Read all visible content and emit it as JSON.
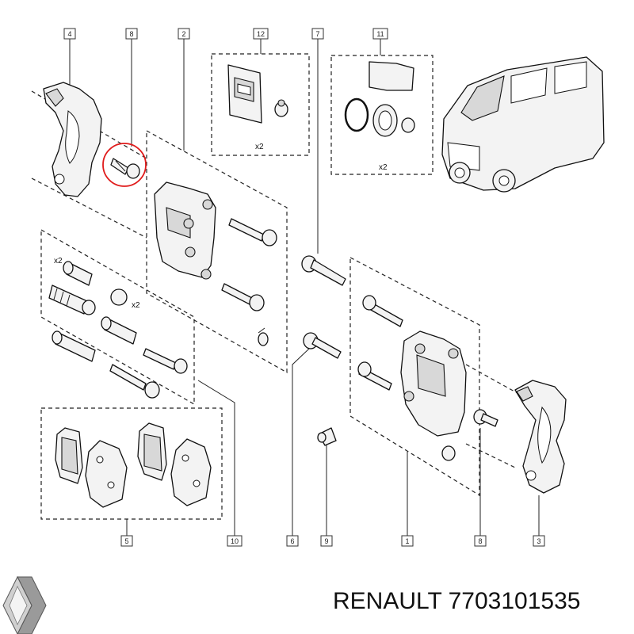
{
  "callouts": {
    "c4": "4",
    "c8_top": "8",
    "c2": "2",
    "c12": "12",
    "c7": "7",
    "c11": "11",
    "c5": "5",
    "c10": "10",
    "c6": "6",
    "c9": "9",
    "c1": "1",
    "c8_bottom": "8",
    "c3": "3"
  },
  "quantities": {
    "clip_kit": "x2",
    "seal_kit": "x2",
    "bushing": "x2",
    "cap": "x2"
  },
  "brand": {
    "label": "RENAULT 7703101535"
  },
  "colors": {
    "highlight": "#e01b1b",
    "line": "#222222"
  }
}
